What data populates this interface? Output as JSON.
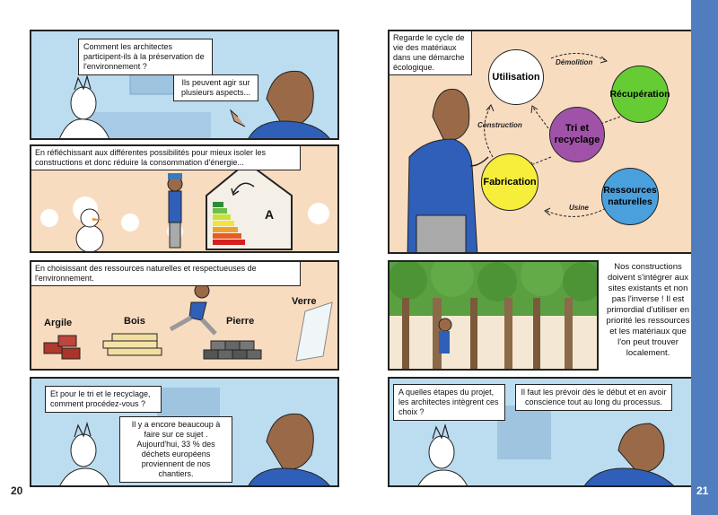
{
  "colors": {
    "panel_blue": "#bcdcf0",
    "panel_peach": "#f8dcc0",
    "sidebar_blue": "#4f7dbd",
    "circle_white": "#ffffff",
    "circle_green": "#66cc33",
    "circle_purple": "#a052a8",
    "circle_yellow": "#f7ee3c",
    "circle_blue": "#4aa0dc"
  },
  "left_page": {
    "page_number": "20",
    "panel1": {
      "bubble_question": "Comment les architectes participent-ils à la préservation de l'environnement ?",
      "bubble_answer": "Ils peuvent agir sur plusieurs aspects..."
    },
    "panel2": {
      "caption": "En réfléchissant aux différentes possibilités pour mieux isoler les constructions et donc réduire la consommation d'énergie...",
      "energy_label": "A"
    },
    "panel3": {
      "caption": "En choisissant des ressources naturelles et respectueuses de l'environnement.",
      "materials": [
        "Argile",
        "Bois",
        "Pierre",
        "Verre"
      ]
    },
    "panel4": {
      "bubble_question": "Et pour le tri et le recyclage, comment procédez-vous ?",
      "bubble_answer": "Il y a encore beaucoup à faire sur ce sujet . Aujourd'hui, 33 % des déchets européens proviennent de nos chantiers."
    }
  },
  "right_page": {
    "page_number": "21",
    "panel1": {
      "caption": "Regarde le cycle de vie des matériaux dans une démarche écologique.",
      "cycle": {
        "utilisation": "Utilisation",
        "recuperation": "Récupération",
        "tri": "Tri et recyclage",
        "fabrication": "Fabrication",
        "ressources": "Ressources naturelles",
        "arrow_demolition": "Démolition",
        "arrow_construction": "Construction",
        "arrow_usine": "Usine"
      }
    },
    "panel2": {
      "side_text": "Nos constructions doivent s'intégrer aux sites existants et non pas l'inverse ! Il est primordial d'utiliser en priorité les ressources et les matériaux que l'on peut trouver localement."
    },
    "panel3": {
      "bubble_question": "A quelles étapes du projet, les architectes intègrent ces choix ?",
      "bubble_answer": "Il faut les prévoir dès le début et en avoir conscience tout au long du processus."
    }
  }
}
